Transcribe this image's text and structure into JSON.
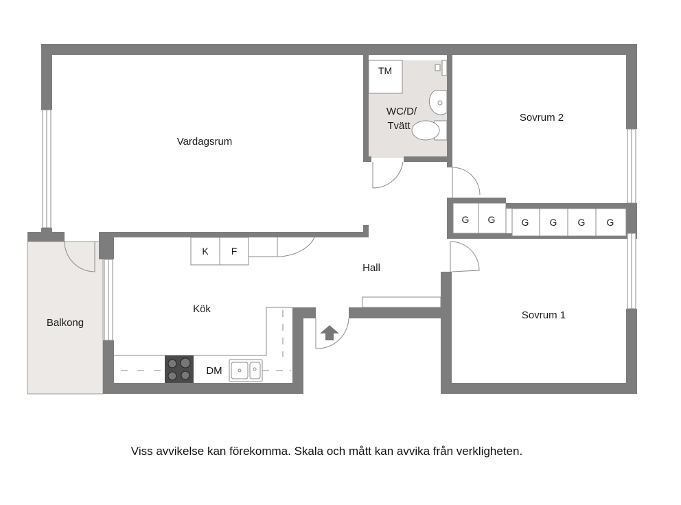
{
  "rooms": {
    "vardagsrum": "Vardagsrum",
    "sovrum2": "Sovrum 2",
    "sovrum1": "Sovrum 1",
    "wc_line1": "WC/D/",
    "wc_line2": "Tvätt",
    "tm": "TM",
    "hall": "Hall",
    "kok": "Kök",
    "balkong": "Balkong",
    "dm": "DM"
  },
  "cabinets": {
    "kyl": "K",
    "frys": "F",
    "garderob": [
      "G",
      "G",
      "G",
      "G",
      "G",
      "G"
    ]
  },
  "disclaimer": "Viss avvikelse kan förekomma. Skala och mått kan avvika från verkligheten.",
  "colors": {
    "wall": "#7d7d7d",
    "bathroom_floor": "#e6e2df",
    "balcony_floor": "#ece9e7",
    "background": "#ffffff"
  }
}
